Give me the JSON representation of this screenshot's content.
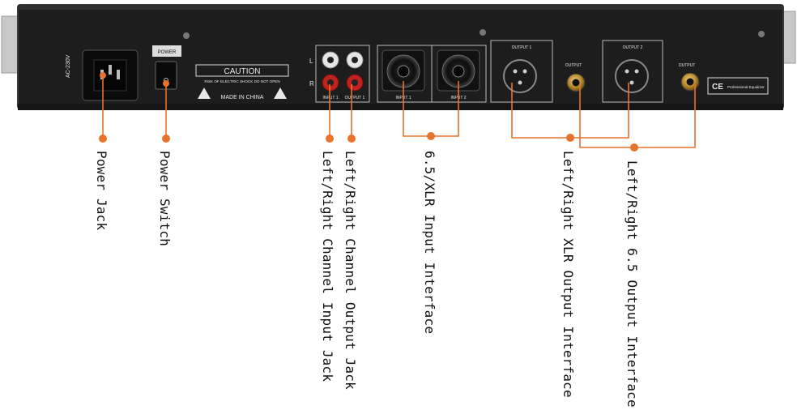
{
  "device": {
    "voltage_label": "AC-230V",
    "power_switch_label": "POWER",
    "caution_title": "CAUTION",
    "caution_text": "RISK OF ELECTRIC SHOCK DO NOT OPEN",
    "made_in": "MADE IN CHINA",
    "channel_l": "L",
    "channel_r": "R",
    "rca_input_label": "INPUT 1",
    "rca_output_label": "OUTPUT 1",
    "input1_label": "INPUT 1",
    "input2_label": "INPUT 2",
    "output1_label": "OUTPUT 1",
    "output2_label": "OUTPUT 2",
    "jack_output_label_1": "OUTPUT",
    "jack_output_label_2": "OUTPUT",
    "ce_mark": "CE",
    "ce_text": "Professional Equalizer"
  },
  "callouts": {
    "power_jack": "Power Jack",
    "power_switch": "Power Switch",
    "rca_input": "Left/Right Channel Input Jack",
    "rca_output": "Left/Right Channel Output Jack",
    "xlr_input": "6.5/XLR Input Interface",
    "xlr_output": "Left/Right XLR Output Interface",
    "jack_output": "Left/Right 6.5 Output Interface"
  },
  "colors": {
    "leader": "#e8732a",
    "panel": "#1e1e1e",
    "panel_edge": "#3a3a3a",
    "silk": "#e8e8e8"
  }
}
